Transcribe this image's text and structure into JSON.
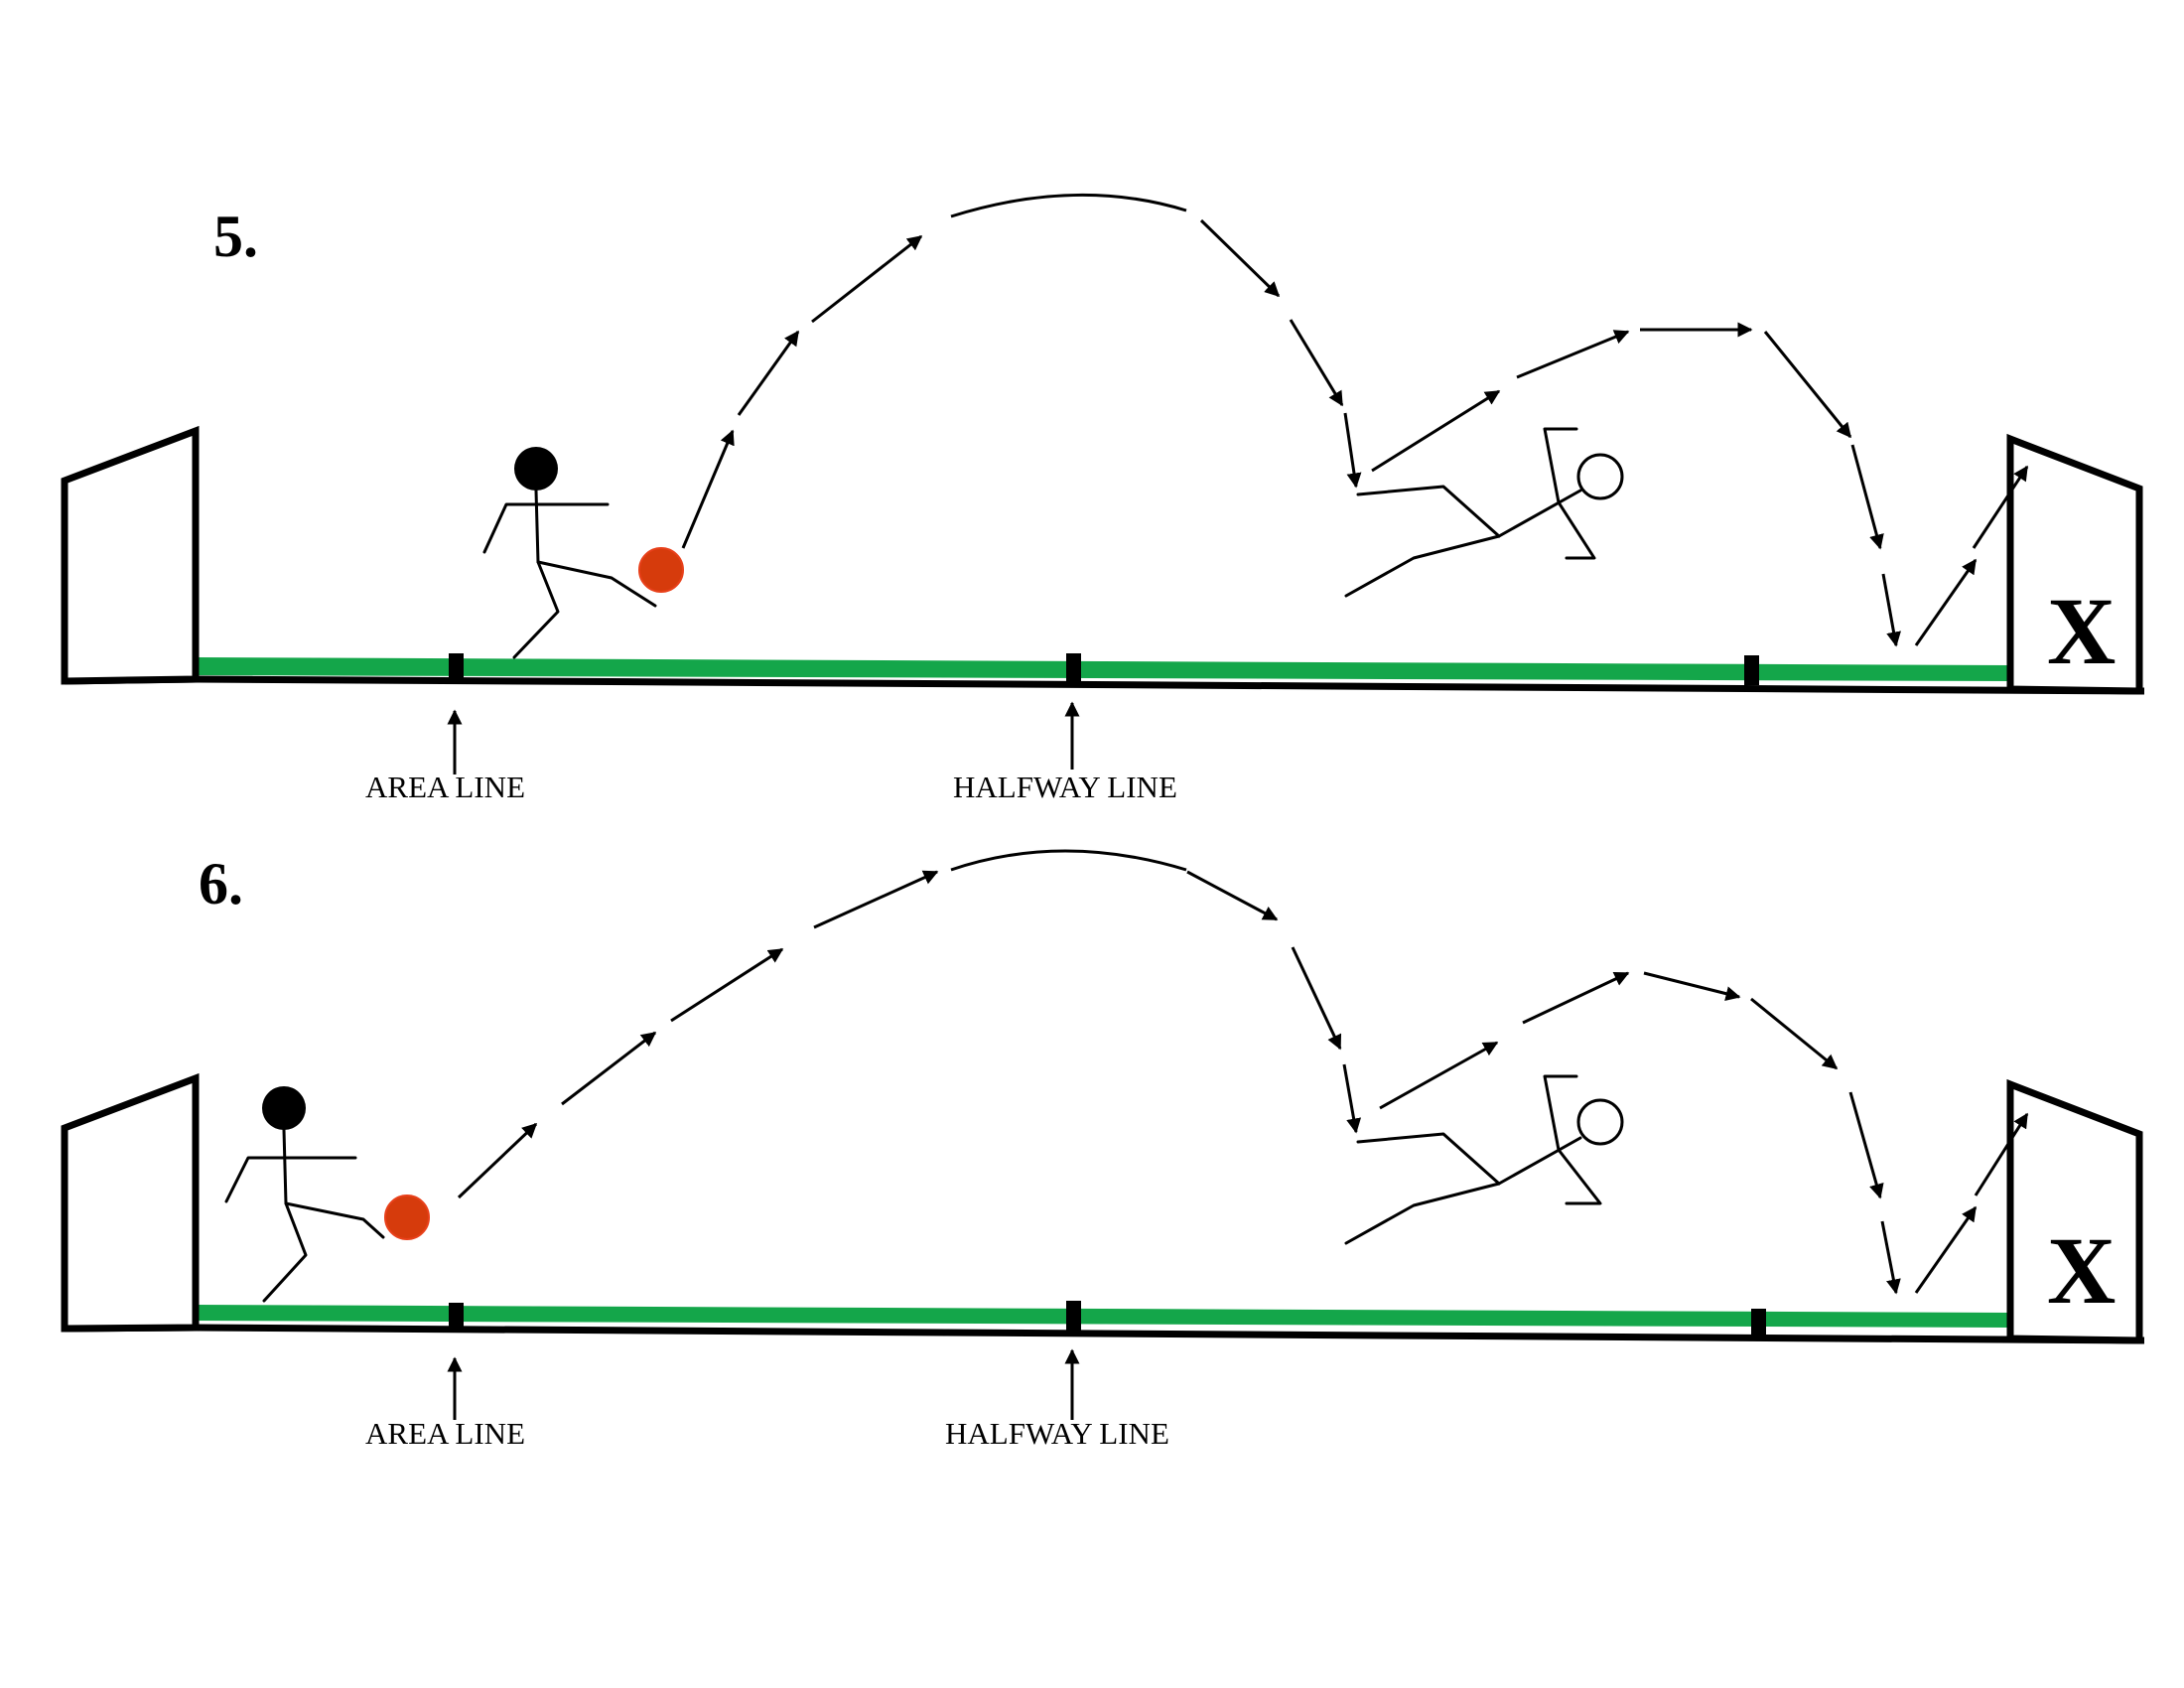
{
  "diagrams": [
    {
      "number": "5.",
      "area_line_label": "AREA LINE",
      "halfway_line_label": "HALFWAY LINE",
      "target_mark": "X"
    },
    {
      "number": "6.",
      "area_line_label": "AREA LINE",
      "halfway_line_label": "HALFWAY LINE",
      "target_mark": "X"
    }
  ],
  "colors": {
    "field": "#14a64a",
    "ball": "#d63b0c",
    "ball_outline": "#e8401a",
    "line": "#000000"
  },
  "icons": [
    "goal-icon",
    "kicker-figure-icon",
    "ball-icon",
    "goalkeeper-figure-icon",
    "trajectory-arrow-icon"
  ]
}
